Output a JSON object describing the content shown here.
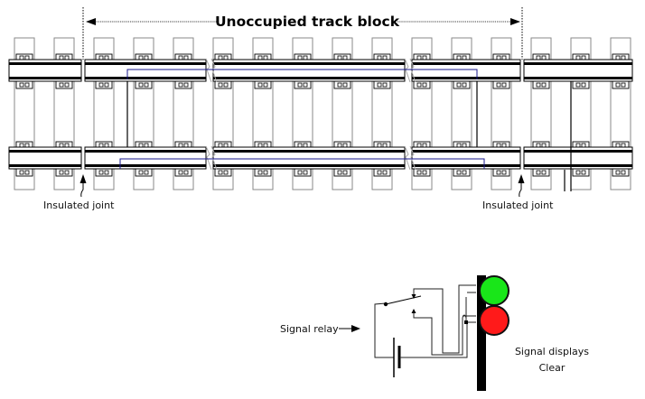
{
  "diagram": {
    "title": "Unoccupied track block",
    "labels": {
      "insulated_joint_left": "Insulated joint",
      "insulated_joint_right": "Insulated joint",
      "signal_relay": "Signal relay",
      "signal_status_line1": "Signal displays",
      "signal_status_line2": "Clear"
    },
    "signal": {
      "aspect": "Clear",
      "lights": [
        {
          "name": "green-light",
          "color": "#19e619",
          "lit": true
        },
        {
          "name": "red-light",
          "color": "#ff1a1a",
          "lit": true
        }
      ],
      "post_color": "#000000"
    },
    "colors": {
      "rail": "#000000",
      "sleeper": "#8a8a8a",
      "track_circuit_wire": "#1a1a8c",
      "relay_wire": "#222222"
    },
    "track": {
      "tracks": 2,
      "sleeper_count": 16,
      "block_status": "unoccupied"
    }
  }
}
